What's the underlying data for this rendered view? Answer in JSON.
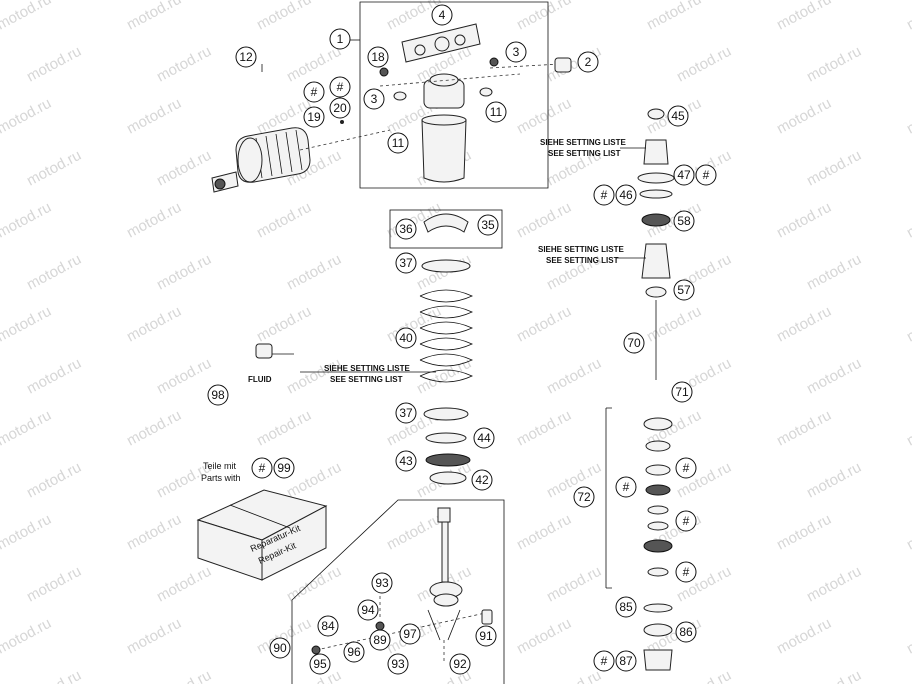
{
  "watermark": "motod.ru",
  "callouts": {
    "c1": "1",
    "c2": "2",
    "c3a": "3",
    "c3b": "3",
    "c4": "4",
    "c11a": "11",
    "c11b": "11",
    "c12": "12",
    "c18": "18",
    "c19": "19",
    "c20": "20",
    "ch1": "#",
    "ch2": "#",
    "c35": "35",
    "c36": "36",
    "c37a": "37",
    "c37b": "37",
    "c40": "40",
    "c42": "42",
    "c43": "43",
    "c44": "44",
    "c45": "45",
    "c46": "46",
    "ch46": "#",
    "c47": "47",
    "ch47": "#",
    "c57": "57",
    "c58": "58",
    "c70": "70",
    "c71": "71",
    "c72": "72",
    "ch72": "#",
    "ch72a": "#",
    "ch72b": "#",
    "ch72c": "#",
    "c85": "85",
    "c86": "86",
    "c87": "87",
    "ch87": "#",
    "c84": "84",
    "c89": "89",
    "c90": "90",
    "c91": "91",
    "c92": "92",
    "c93a": "93",
    "c93b": "93",
    "c94": "94",
    "c95": "95",
    "c96": "96",
    "c97": "97",
    "c98": "98",
    "c99": "99",
    "ch99": "#"
  },
  "notes": {
    "setting1_de": "SIEHE SETTING LISTE",
    "setting1_en": "SEE SETTING LIST",
    "setting2_de": "SIEHE SETTING LISTE",
    "setting2_en": "SEE SETTING LIST",
    "setting3_de": "SIEHE SETTING LISTE",
    "setting3_en": "SEE SETTING LIST",
    "fluid": "FLUID",
    "kit_de": "Teile mit",
    "kit_en": "Parts with",
    "box_de": "Reparatur-Kit",
    "box_en": "Repair-Kit"
  }
}
